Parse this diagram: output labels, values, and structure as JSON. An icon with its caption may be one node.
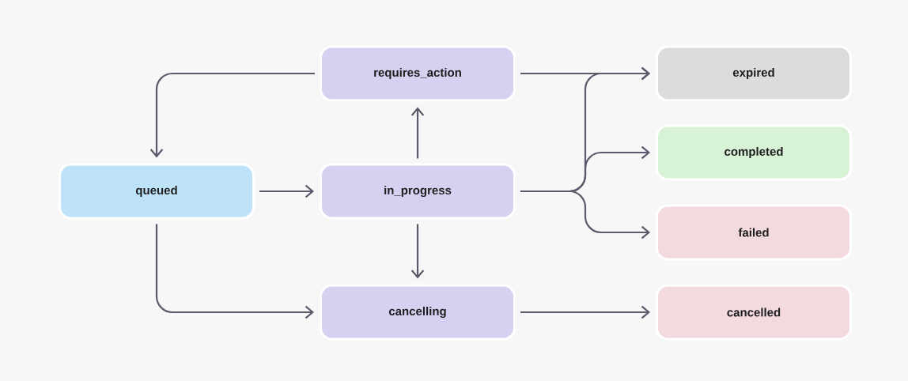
{
  "diagram": {
    "nodes": [
      {
        "text": [
          "requires_action"
        ]
      },
      {
        "text": [
          "expired"
        ]
      },
      {
        "text": [
          "queued"
        ]
      },
      {
        "text": [
          "in_progress"
        ]
      },
      {
        "text": [
          "completed"
        ]
      },
      {
        "text": [
          "failed"
        ]
      },
      {
        "text": [
          "cancelling"
        ]
      },
      {
        "text": [
          "cancelled"
        ]
      }
    ],
    "edges": [
      {
        "from": 0,
        "to": 2,
        "arrow": "to"
      },
      {
        "from": 2,
        "to": 3,
        "arrow": "to"
      },
      {
        "from": 2,
        "to": 6,
        "arrow": "to"
      },
      {
        "from": 3,
        "to": 0,
        "arrow": "to"
      },
      {
        "from": 3,
        "to": 6,
        "arrow": "to"
      },
      {
        "from": 0,
        "to": 1,
        "arrow": "to"
      },
      {
        "from": 3,
        "to": 1,
        "arrow": "to"
      },
      {
        "from": 3,
        "to": 4,
        "arrow": "to"
      },
      {
        "from": 3,
        "to": 5,
        "arrow": "to"
      },
      {
        "from": 6,
        "to": 7,
        "arrow": "to"
      }
    ]
  }
}
